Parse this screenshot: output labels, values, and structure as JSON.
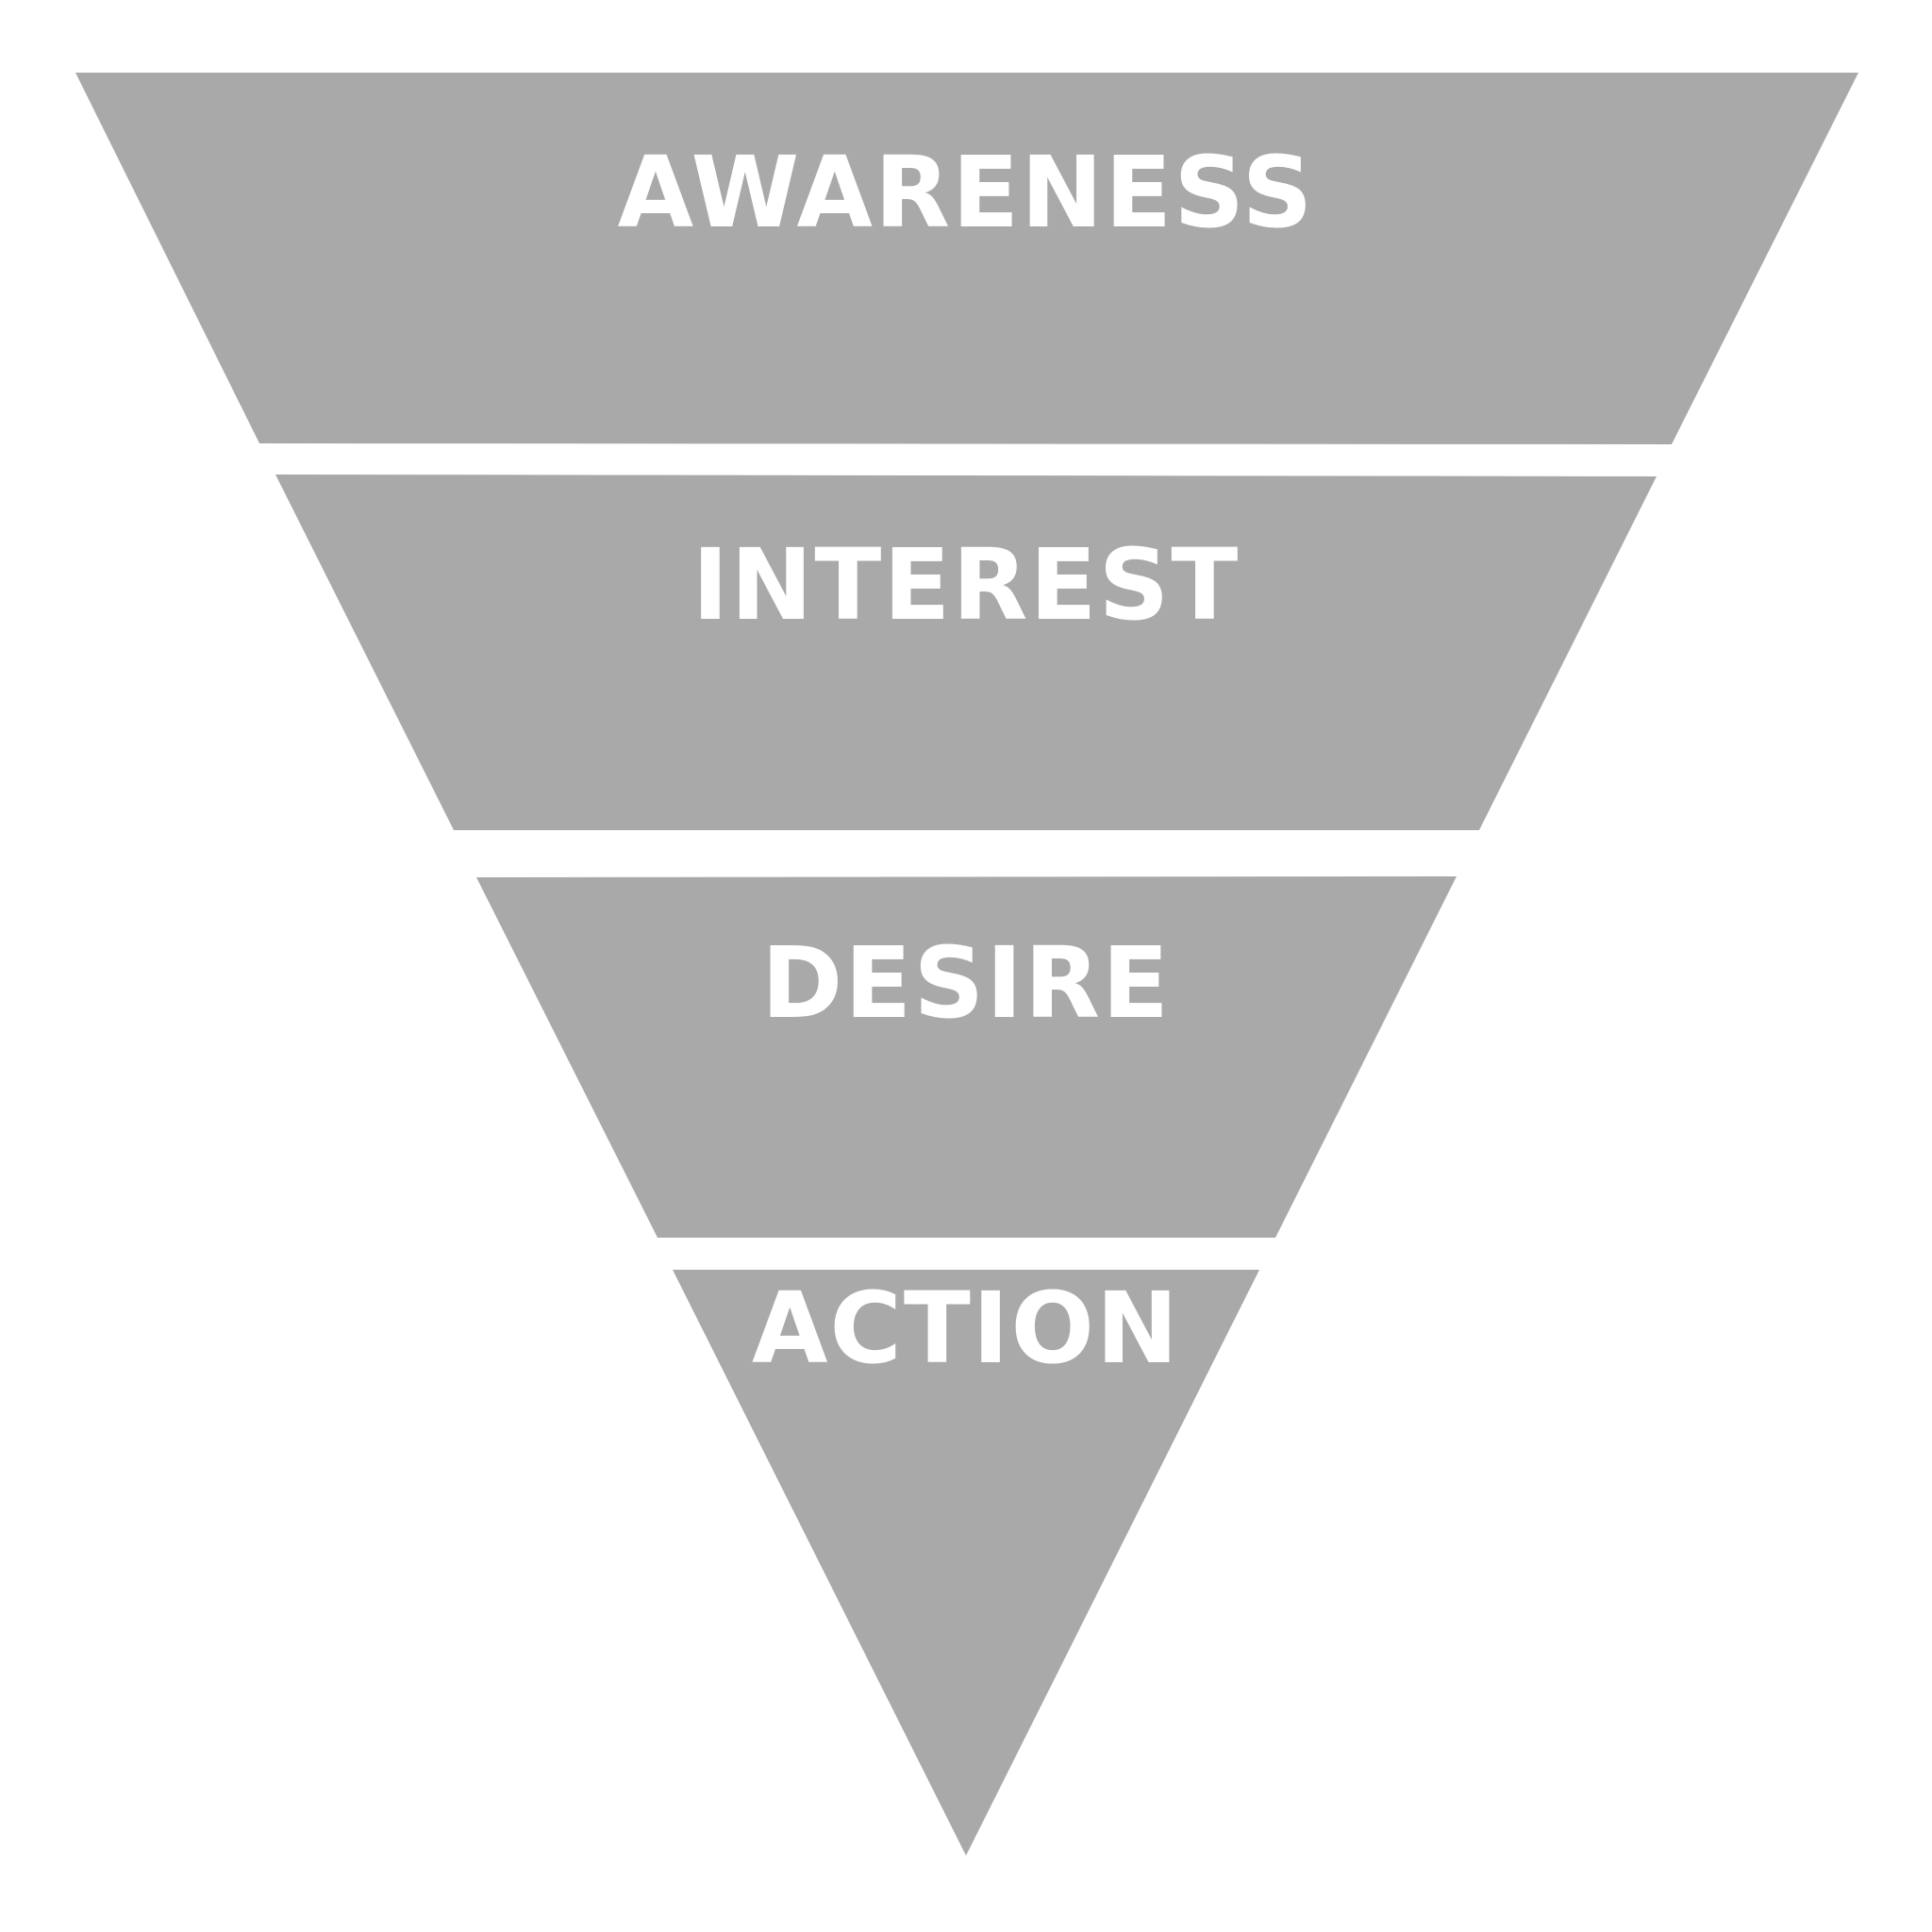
{
  "diagram": {
    "fill_color": "#a9a9a9",
    "text_color": "#ffffff",
    "background": "#ffffff",
    "stages": [
      {
        "label": "AWARENESS"
      },
      {
        "label": "INTEREST"
      },
      {
        "label": "DESIRE"
      },
      {
        "label": "ACTION"
      }
    ]
  }
}
